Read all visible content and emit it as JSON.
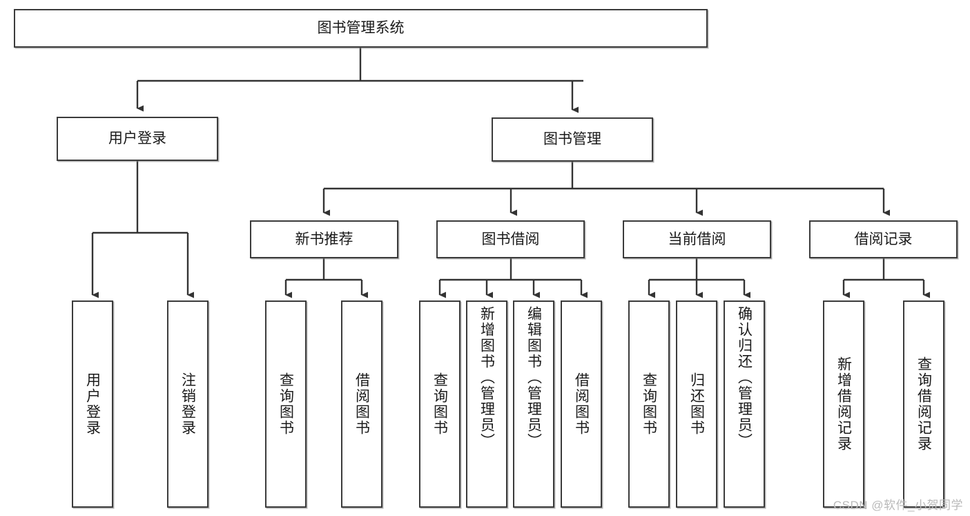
{
  "diagram": {
    "type": "tree",
    "title": "图书管理系统",
    "root": {
      "label": "图书管理系统"
    },
    "level2": [
      {
        "label": "用户登录"
      },
      {
        "label": "图书管理"
      }
    ],
    "level3": [
      {
        "label": "新书推荐"
      },
      {
        "label": "图书借阅"
      },
      {
        "label": "当前借阅"
      },
      {
        "label": "借阅记录"
      }
    ],
    "leaves": {
      "user_login": [
        {
          "label": "用户登录"
        },
        {
          "label": "注销登录"
        }
      ],
      "new_book_recommend": [
        {
          "label": "查询图书"
        },
        {
          "label": "借阅图书"
        }
      ],
      "book_borrow": [
        {
          "label": "查询图书"
        },
        {
          "label": "新增图书（管理员）"
        },
        {
          "label": "编辑图书（管理员）"
        },
        {
          "label": "借阅图书"
        }
      ],
      "current_borrow": [
        {
          "label": "查询图书"
        },
        {
          "label": "归还图书"
        },
        {
          "label": "确认归还（管理员）"
        }
      ],
      "borrow_record": [
        {
          "label": "新增借阅记录"
        },
        {
          "label": "查询借阅记录"
        }
      ]
    }
  },
  "watermark": {
    "text": "CSDN @软件_小贺同学"
  },
  "colors": {
    "stroke": "#3b3b3b",
    "fill": "#ffffff",
    "text": "#1a1a1a",
    "watermark": "#b9b9b9"
  }
}
